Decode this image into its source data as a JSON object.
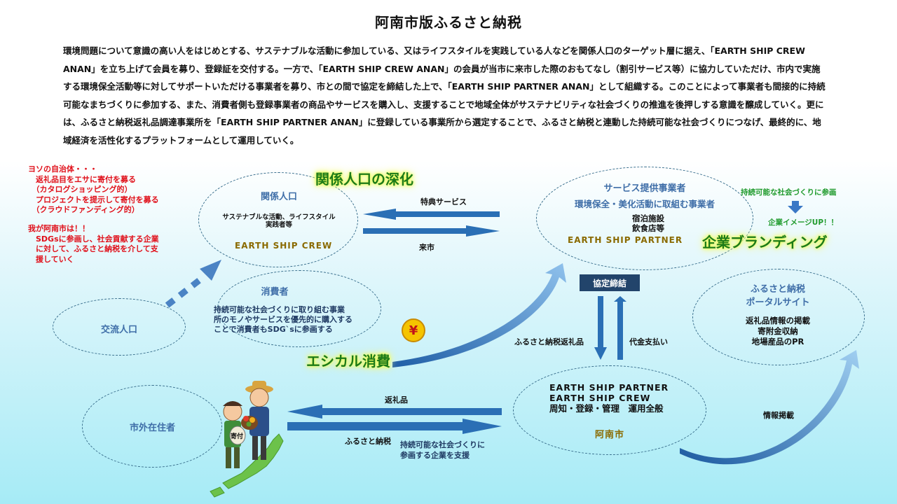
{
  "title": "阿南市版ふるさと納税",
  "intro": "環境問題について意識の高い人をはじめとする、サステナブルな活動に参加している、又はライフスタイルを実践している人などを関係人口のターゲット層に据え、「EARTH SHIP CREW ANAN」を立ち上げて会員を募り、登録証を交付する。一方で、「EARTH SHIP CREW ANAN」の会員が当市に来市した際のおもてなし（割引サービス等）に協力していただけ、市内で実施する環境保全活動等に対してサポートいただける事業者を募り、市との間で協定を締結した上で、「EARTH SHIP PARTNER ANAN」として組織する。このことによって事業者も間接的に持続可能なまちづくりに参加する、また、消費者側も登録事業者の商品やサービスを購入し、支援することで地域全体がサステナビリティな社会づくりの推進を後押しする意識を醸成していく。更には、ふるさと納税返礼品調達事業所を「EARTH SHIP PARTNER ANAN」に登録している事業所から選定することで、ふるさと納税と連動した持続可能な社会づくりにつなげ、最終的に、地域経済を活性化するプラットフォームとして運用していく。",
  "left_notes": {
    "others": [
      "ヨソの自治体・・・",
      "　返礼品目をエサに寄付を募る",
      "　（カタログショッピング的）",
      "　プロジェクトを提示して寄付を募る",
      "　（クラウドファンディング的）"
    ],
    "ours": [
      "我が阿南市は！！",
      "　SDGsに参画し、社会貢献する企業",
      "　に対して、ふるさと納税を介して支",
      "　援していく"
    ]
  },
  "related_population": {
    "heading": "関係人口",
    "desc": [
      "サステナブルな活動、ライフスタイル",
      "実践者等"
    ],
    "crew": "EARTH SHIP CREW",
    "deepening": "関係人口の深化"
  },
  "consumer": {
    "heading": "消費者",
    "desc": [
      "持続可能な社会づくりに取り組む事業",
      "所のモノやサービスを優先的に購入する",
      "ことで消費者もSDG`sに参画する"
    ],
    "ethical": "エシカル消費"
  },
  "exchange_population": "交流人口",
  "outside_resident": "市外在住者",
  "providers": {
    "heading": "サービス提供事業者",
    "sub": "環境保全・美化活動に取組む事業者",
    "types": [
      "宿泊施設",
      "飲食店等"
    ],
    "partner": "EARTH SHIP PARTNER"
  },
  "branding": {
    "top": "持続可能な社会づくりに参画",
    "up": "企業イメージUP！！",
    "label": "企業ブランディング"
  },
  "portal": {
    "heading": [
      "ふるさと納税",
      "ポータルサイト"
    ],
    "items": [
      "返礼品情報の掲載",
      "寄附金収納",
      "地場産品のPR"
    ]
  },
  "anan": {
    "lines": [
      "EARTH SHIP PARTNER",
      "EARTH SHIP CREW",
      "周知・登録・管理　運用全般"
    ],
    "name": "阿南市"
  },
  "arrows": {
    "service": "特典サービス",
    "visit": "来市",
    "agreement": "協定締結",
    "gift": "ふるさと納税返礼品",
    "payment": "代金支払い",
    "return_gift": "返礼品",
    "furusato": "ふるさと納税",
    "support": [
      "持続可能な社会づくりに",
      "参画する企業を支援"
    ],
    "info": "情報掲載"
  },
  "yen": "¥",
  "donation_tag": "寄付",
  "colors": {
    "arrow_blue": "#2a6fb5",
    "ellipse": "#3a6f8d",
    "red": "#e0101a",
    "glow_green": "#1c7a18"
  }
}
